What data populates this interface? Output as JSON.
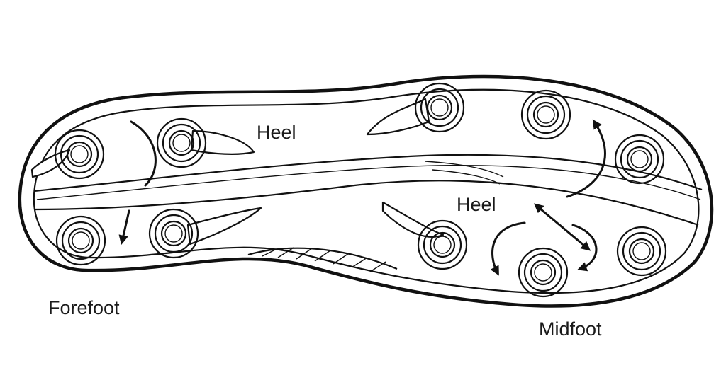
{
  "labels": {
    "heel_top": "Heel",
    "heel_right": "Heel",
    "forefoot": "Forefoot",
    "midfoot": "Midfoot"
  },
  "colors": {
    "line": "#111111",
    "background": "#ffffff"
  }
}
